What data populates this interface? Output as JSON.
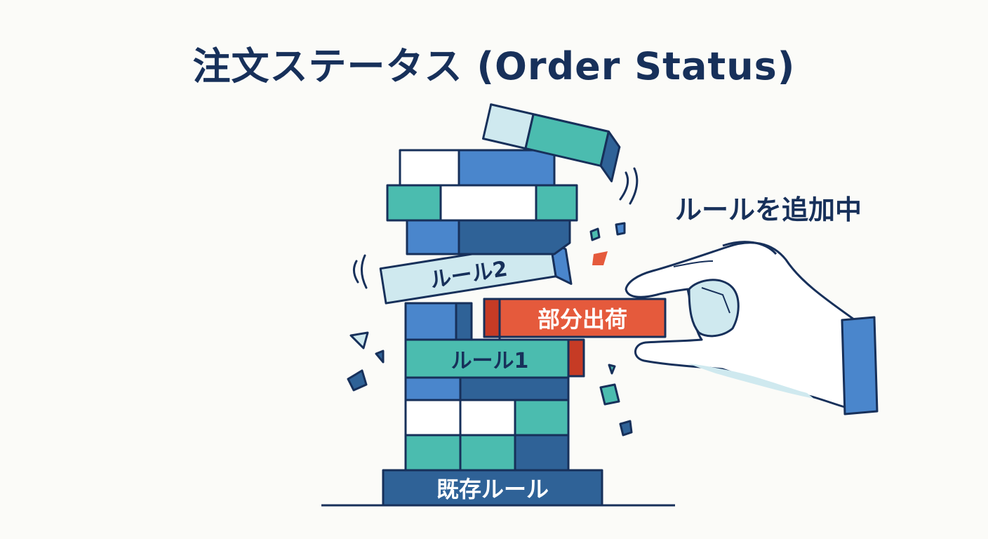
{
  "title": "注文ステータス (Order Status)",
  "caption": "ルールを追加中",
  "blocks": {
    "base": "既存ルール",
    "rule1": "ルール1",
    "rule2": "ルール2",
    "partial": "部分出荷"
  },
  "colors": {
    "navy": "#17305a",
    "teal": "#4bbcaf",
    "blue": "#4a86cc",
    "dark_blue": "#2f6297",
    "light": "#cfe9ef",
    "white": "#ffffff",
    "orange": "#e55a3c",
    "dark_orange": "#c63b25"
  }
}
